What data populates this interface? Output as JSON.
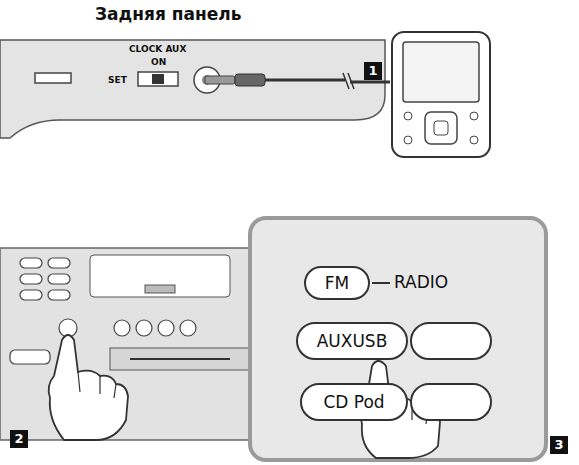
{
  "diagram": {
    "title": "Задняя панель",
    "nodes": [
      {
        "text": [
          "FM"
        ]
      },
      {
        "text": [
          "AUXUSB"
        ]
      },
      {
        "text": [
          "CD Pod"
        ]
      }
    ],
    "labels": [
      "CLOCK AUX",
      "ON",
      "SET",
      "RADIO",
      "1",
      "2",
      "3"
    ]
  }
}
